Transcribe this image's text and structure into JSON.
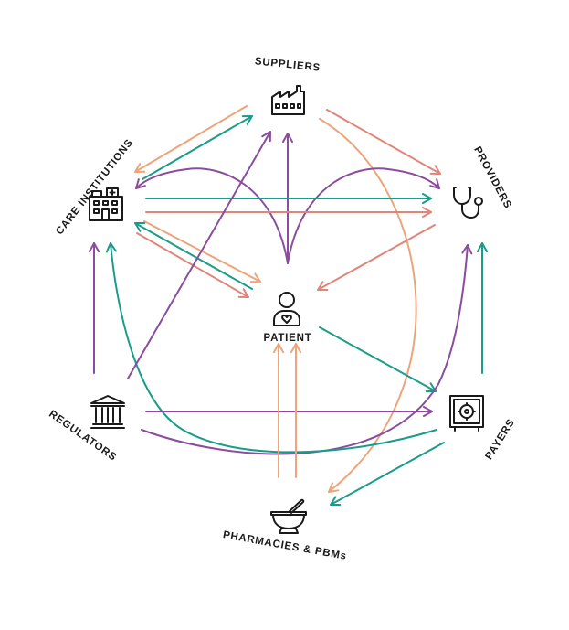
{
  "colors": {
    "orange": "#EDA47A",
    "salmon": "#E0857A",
    "teal": "#1A9C8A",
    "purple": "#8A4D9E",
    "ink": "#1a1a1a"
  },
  "nodes": {
    "suppliers": {
      "label": "SUPPLIERS",
      "icon": "factory-icon"
    },
    "providers": {
      "label": "PROVIDERS",
      "icon": "stethoscope-icon"
    },
    "payers": {
      "label": "PAYERS",
      "icon": "safe-icon"
    },
    "pharmacies": {
      "label": "PHARMACIES & PBMs",
      "icon": "mortar-pestle-icon"
    },
    "regulators": {
      "label": "REGULATORS",
      "icon": "government-building-icon"
    },
    "care_institutions": {
      "label": "CARE INSTITUTIONS",
      "icon": "hospital-building-icon"
    },
    "patient": {
      "label": "PATIENT",
      "icon": "patient-heart-icon"
    }
  }
}
